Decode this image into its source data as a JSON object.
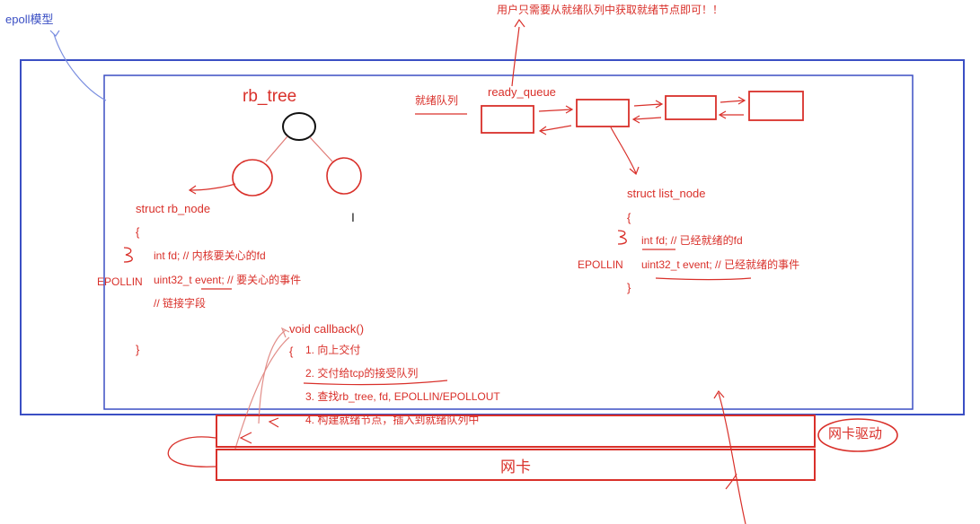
{
  "title": "epoll模型",
  "top_note": "用户只需要从就绪队列中获取就绪节点即可！！",
  "rb_tree": {
    "label": "rb_tree",
    "struct_lines": [
      "struct rb_node",
      "{",
      "int fd;   // 内核要关心的fd",
      "uint32_t event; // 要关心的事件",
      "// 链接字段",
      "}"
    ],
    "side_label": "EPOLLIN"
  },
  "ready_queue": {
    "cn_label": "就绪队列",
    "label": "ready_queue"
  },
  "list_node": {
    "struct_lines": [
      "struct list_node",
      "{",
      "int fd;    // 已经就绪的fd",
      "uint32_t event;  // 已经就绪的事件",
      "}"
    ],
    "side_label": "EPOLLIN"
  },
  "callback": {
    "lines": [
      "void callback()",
      "{",
      "1. 向上交付",
      "2. 交付给tcp的接受队列",
      "3. 查找rb_tree, fd, EPOLLIN/EPOLLOUT",
      "4. 构建就绪节点，插入到就绪队列中"
    ]
  },
  "cursor_mark": "I",
  "nic_driver": "网卡驱动",
  "nic": "网卡",
  "colors": {
    "pen_red": "#d9302a",
    "pen_blue": "#3b4fc4",
    "pen_dark": "#222222"
  }
}
